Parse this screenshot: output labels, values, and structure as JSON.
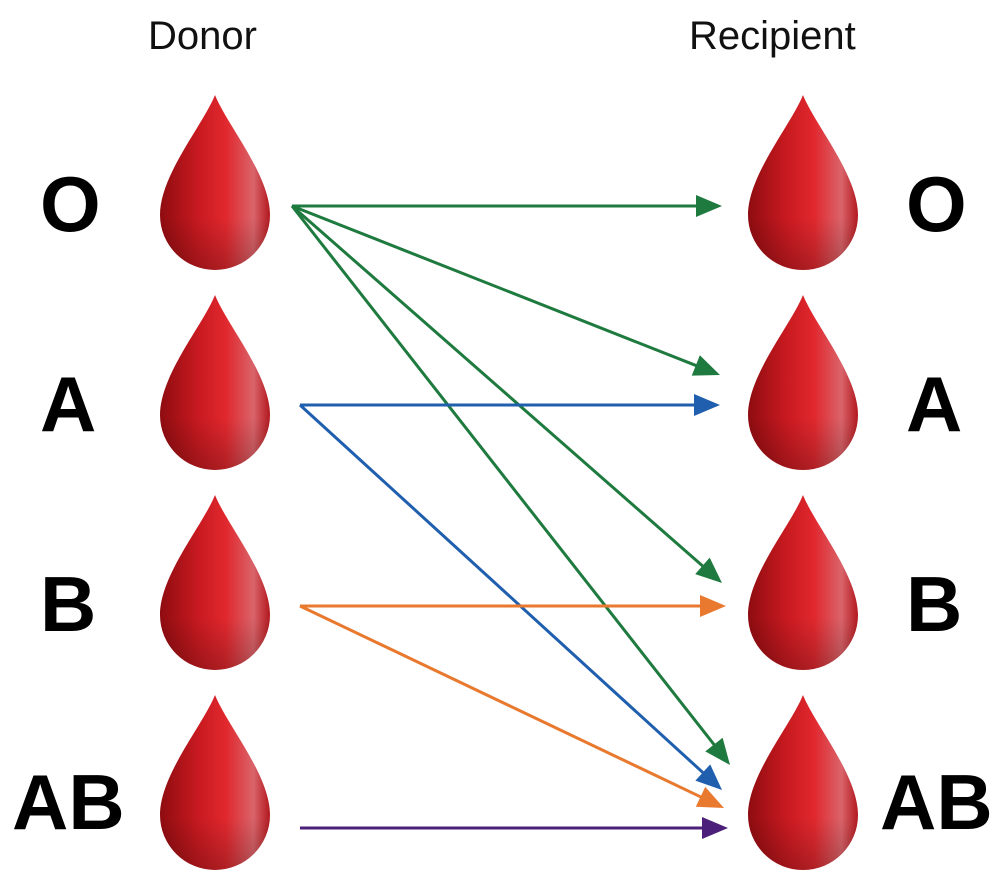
{
  "headers": {
    "donor": "Donor",
    "recipient": "Recipient"
  },
  "blood_types": [
    "O",
    "A",
    "B",
    "AB"
  ],
  "donors": [
    {
      "type": "O",
      "label": "O",
      "color": "#1e7a3e",
      "gives_to": [
        "O",
        "A",
        "B",
        "AB"
      ]
    },
    {
      "type": "A",
      "label": "A",
      "color": "#1f5fae",
      "gives_to": [
        "A",
        "AB"
      ]
    },
    {
      "type": "B",
      "label": "B",
      "color": "#e8792e",
      "gives_to": [
        "B",
        "AB"
      ]
    },
    {
      "type": "AB",
      "label": "AB",
      "color": "#4b1f7a",
      "gives_to": [
        "AB"
      ]
    }
  ],
  "recipients": [
    {
      "type": "O",
      "label": "O"
    },
    {
      "type": "A",
      "label": "A"
    },
    {
      "type": "B",
      "label": "B"
    },
    {
      "type": "AB",
      "label": "AB"
    }
  ],
  "drop_colors": {
    "light": "#e0282e",
    "dark": "#9a0f14",
    "highlight": "#e87a7e"
  }
}
